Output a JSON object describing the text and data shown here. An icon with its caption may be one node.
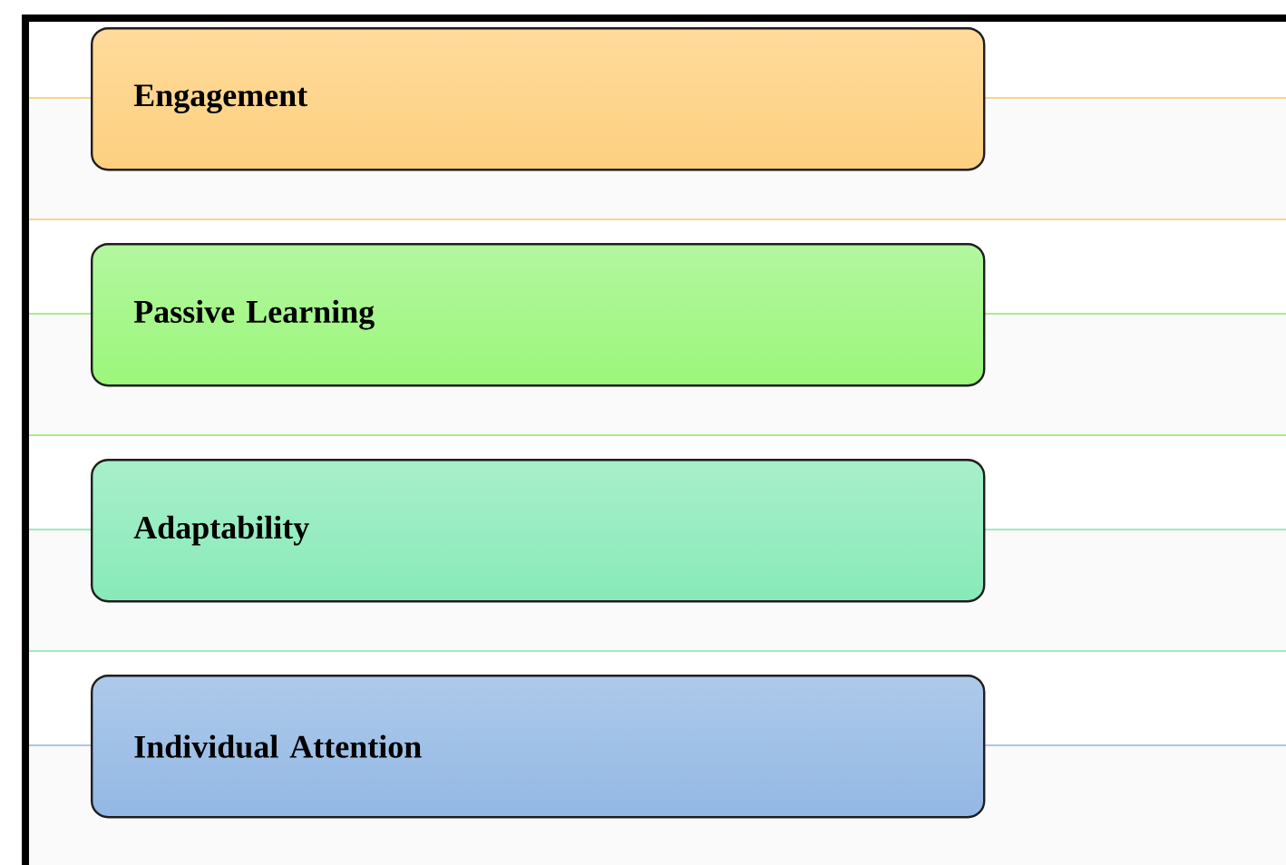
{
  "diagram": {
    "nodes": [
      {
        "text": [
          "Engagement"
        ]
      },
      {
        "text": [
          "Passive Learning"
        ]
      },
      {
        "text": [
          "Adaptability"
        ]
      },
      {
        "text": [
          "Individual Attention"
        ]
      }
    ]
  }
}
